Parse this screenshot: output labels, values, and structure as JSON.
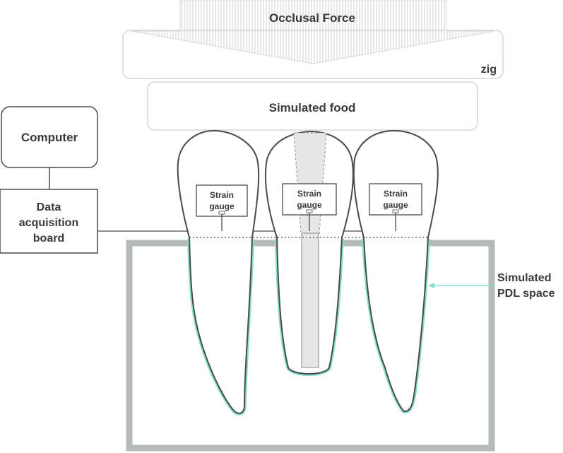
{
  "labels": {
    "occlusal_force": "Occlusal Force",
    "zig": "zig",
    "simulated_food": "Simulated food",
    "computer": "Computer",
    "daq_line1": "Data",
    "daq_line2": "acquisition",
    "daq_line3": "board",
    "strain_line1": "Strain",
    "strain_line2": "gauge",
    "pdl_line1": "Simulated",
    "pdl_line2": "PDL space"
  },
  "colors": {
    "outline": "#4a4a4a",
    "pdl": "#86e0d2",
    "block": "#b5b9b7",
    "soft_border": "#d6d6d6",
    "post": "#e6e6e6"
  }
}
